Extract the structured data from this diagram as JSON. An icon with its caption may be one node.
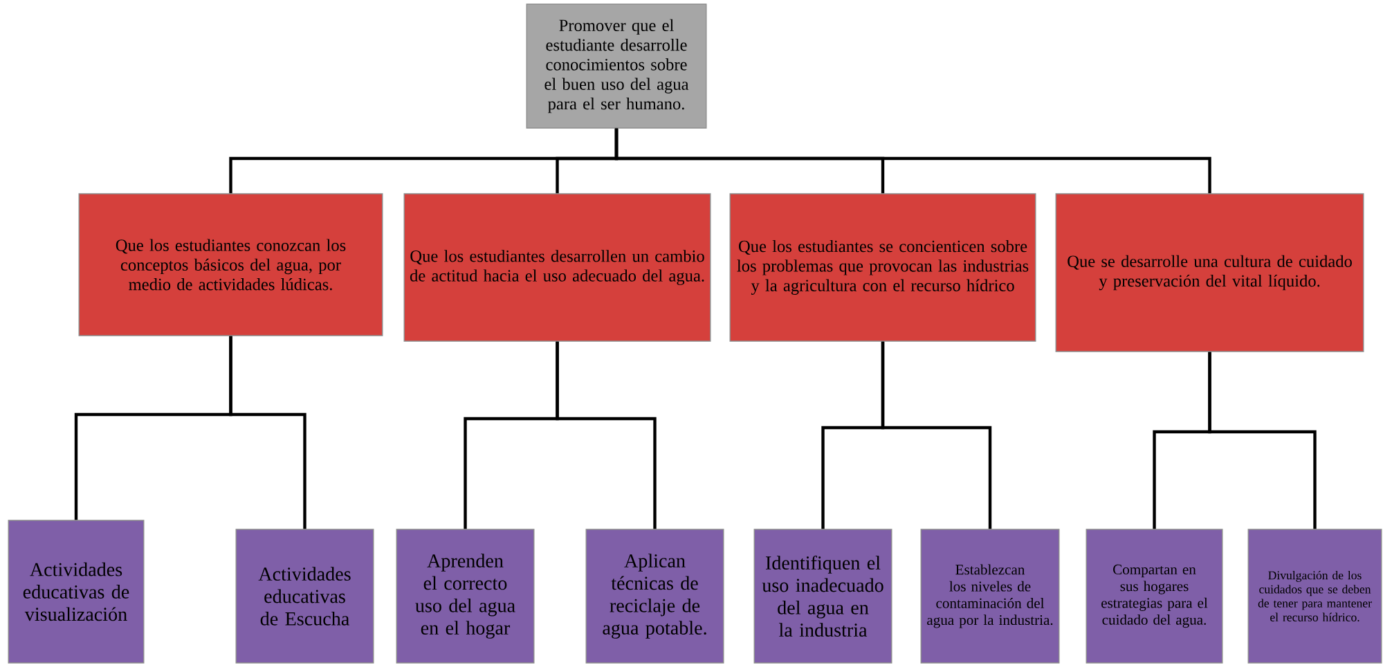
{
  "diagram": {
    "nodes": [
      {
        "text": [
          "Promover que el estudiante desarrolle conocimientos sobre el buen uso del agua para el ser humano."
        ]
      },
      {
        "text": [
          "Que los estudiantes conozcan los conceptos básicos del agua, por medio de actividades lúdicas."
        ]
      },
      {
        "text": [
          "Que los estudiantes desarrollen un cambio de actitud hacia el uso adecuado del agua."
        ]
      },
      {
        "text": [
          "Que los estudiantes se concienticen sobre los problemas que provocan las industrias y la agricultura con el recurso hídrico"
        ]
      },
      {
        "text": [
          "Que se desarrolle una cultura de cuidado y preservación del vital líquido."
        ]
      },
      {
        "text": [
          "Actividades educativas de visualización"
        ]
      },
      {
        "text": [
          "Actividades educativas de Escucha"
        ]
      },
      {
        "text": [
          "Aprenden el correcto uso del agua en el hogar"
        ]
      },
      {
        "text": [
          "Aplican técnicas de reciclaje de agua potable."
        ]
      },
      {
        "text": [
          "Identifiquen el uso inadecuado del agua en la industria"
        ]
      },
      {
        "text": [
          "Establezcan los niveles de contaminación del agua por la industria."
        ]
      },
      {
        "text": [
          "Compartan en sus hogares estrategias para el cuidado del agua."
        ]
      },
      {
        "text": [
          "Divulgación de los cuidados que se deben de tener para mantener el recurso hídrico."
        ]
      }
    ],
    "edges": [
      {
        "from": 0,
        "to": 1,
        "arrow": "none"
      },
      {
        "from": 0,
        "to": 2,
        "arrow": "none"
      },
      {
        "from": 0,
        "to": 3,
        "arrow": "none"
      },
      {
        "from": 0,
        "to": 4,
        "arrow": "none"
      },
      {
        "from": 1,
        "to": 5,
        "arrow": "none"
      },
      {
        "from": 1,
        "to": 6,
        "arrow": "none"
      },
      {
        "from": 2,
        "to": 7,
        "arrow": "none"
      },
      {
        "from": 2,
        "to": 8,
        "arrow": "none"
      },
      {
        "from": 3,
        "to": 9,
        "arrow": "none"
      },
      {
        "from": 3,
        "to": 10,
        "arrow": "none"
      },
      {
        "from": 4,
        "to": 11,
        "arrow": "none"
      },
      {
        "from": 4,
        "to": 12,
        "arrow": "none"
      }
    ]
  }
}
